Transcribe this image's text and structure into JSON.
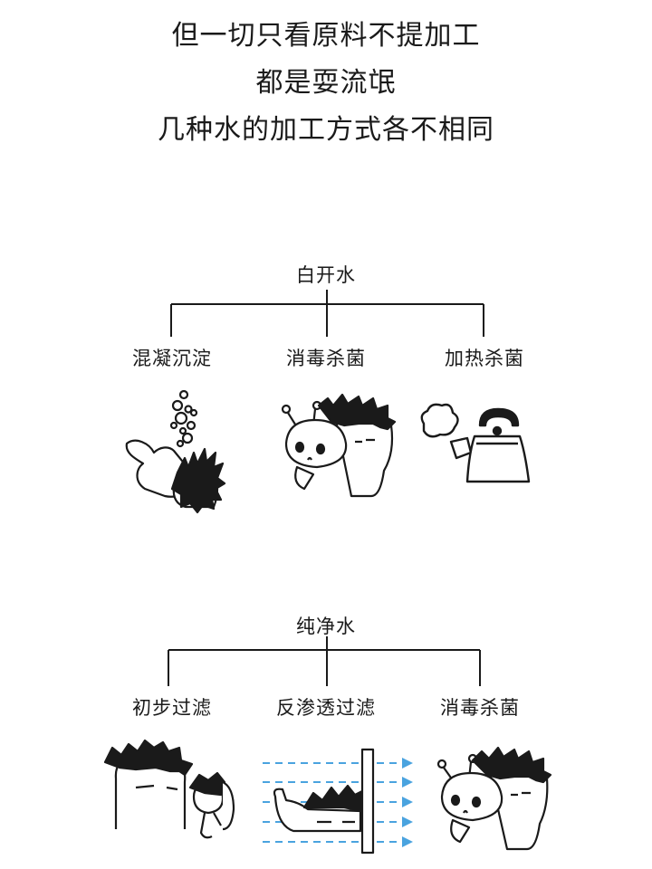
{
  "headlines": [
    "但一切只看原料不提加工",
    "都是耍流氓",
    "几种水的加工方式各不相同"
  ],
  "section1": {
    "title": "白开水",
    "steps": [
      "混凝沉淀",
      "消毒杀菌",
      "加热杀菌"
    ]
  },
  "section2": {
    "title": "纯净水",
    "steps": [
      "初步过滤",
      "反渗透过滤",
      "消毒杀菌"
    ]
  },
  "colors": {
    "ink": "#1a1a1a",
    "arrow": "#4aa3df"
  }
}
